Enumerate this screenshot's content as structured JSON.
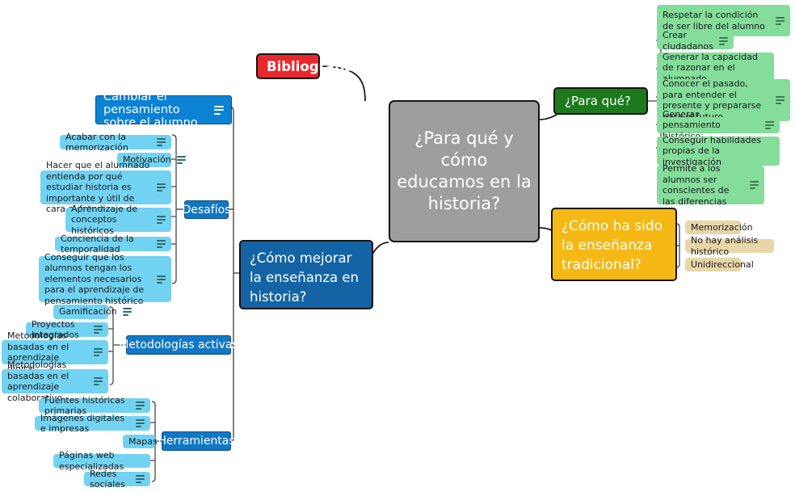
{
  "mindmap": {
    "central": {
      "label": "¿Para qué y cómo educamos en la historia?",
      "color": "#9e9e9e"
    },
    "branches": {
      "bibliografia": {
        "label": "Bibliografía",
        "color": "#e8282b",
        "icon": "hamburger-icon"
      },
      "para_que": {
        "label": "¿Para qué?",
        "color": "#1c7a1c",
        "children": [
          {
            "label": "Respetar la condición de ser libre del alumno",
            "icon": "hamburger-icon"
          },
          {
            "label": "Crear ciudadanos",
            "icon": "hamburger-icon"
          },
          {
            "label": "Generar la capacidad de razonar en el alumnado",
            "icon": ""
          },
          {
            "label": "Conocer el pasado, para entender el presente y prepararse para el futuro",
            "icon": "hamburger-icon"
          },
          {
            "label": "Generar pensamiento histórico",
            "icon": "hamburger-icon"
          },
          {
            "label": "Conseguir habilidades propias de la investigación",
            "icon": ""
          },
          {
            "label": "Permite a los alumnos ser conscientes de las diferencias",
            "icon": "hamburger-icon"
          }
        ]
      },
      "ensenanza_tradicional": {
        "label": "¿Cómo ha sido la enseñanza tradicional?",
        "color": "#f5b815",
        "children": [
          {
            "label": "Memorización"
          },
          {
            "label": "No hay análisis histórico"
          },
          {
            "label": "Unidireccional"
          }
        ]
      },
      "mejorar": {
        "label": "¿Cómo mejorar la enseñanza en historia?",
        "color": "#1464a5",
        "groups": [
          {
            "label": "Cambiar el pensamiento sobre el alumno",
            "icon": "hamburger-icon",
            "color": "#0b82d4",
            "children": []
          },
          {
            "label": "Desafíos",
            "color": "#1277c4",
            "children": [
              {
                "label": "Acabar con la memorización",
                "icon": "hamburger-icon"
              },
              {
                "label": "Motivación",
                "icon": "hamburger-icon"
              },
              {
                "label": "Hacer que el alumnado entienda por qué estudiar historia es importante y útil de cara al futuro",
                "icon": "hamburger-icon"
              },
              {
                "label": "Aprendizaje de conceptos históricos",
                "icon": "hamburger-icon"
              },
              {
                "label": "Conciencia de la temporalidad",
                "icon": "hamburger-icon"
              },
              {
                "label": "Conseguir que los alumnos tengan los elementos necesarios para el aprendizaje de pensamiento histórico",
                "icon": "hamburger-icon"
              }
            ]
          },
          {
            "label": "Metodologías activas",
            "color": "#1277c4",
            "children": [
              {
                "label": "Gamificación",
                "icon": "hamburger-icon"
              },
              {
                "label": "Proyectos integrados",
                "icon": "hamburger-icon"
              },
              {
                "label": "Metodologías basadas en el aprendizaje digital",
                "icon": "hamburger-icon"
              },
              {
                "label": "Metodologías basadas en el aprendizaje colaborativo",
                "icon": "hamburger-icon"
              }
            ]
          },
          {
            "label": "Herramientas",
            "color": "#1277c4",
            "children": [
              {
                "label": "Fuentes históricas primarias",
                "icon": "hamburger-icon"
              },
              {
                "label": "Imágenes digitales e impresas",
                "icon": "hamburger-icon"
              },
              {
                "label": "Mapas",
                "icon": ""
              },
              {
                "label": "Páginas web especializadas",
                "icon": ""
              },
              {
                "label": "Redes sociales",
                "icon": "hamburger-icon"
              }
            ]
          }
        ]
      }
    }
  }
}
